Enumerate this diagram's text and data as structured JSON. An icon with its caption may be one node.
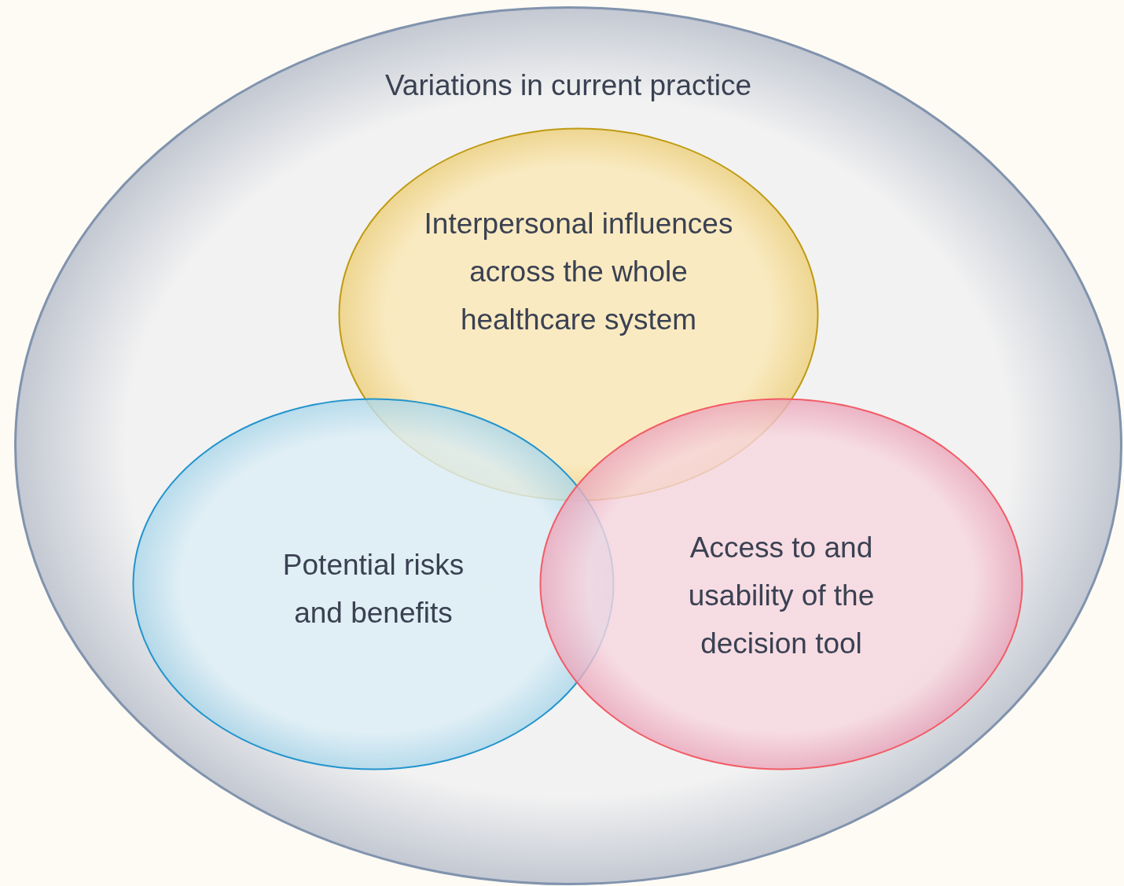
{
  "diagram": {
    "nodes": [
      {
        "text": [
          "Variations in current practice"
        ]
      },
      {
        "text": [
          "Interpersonal influences across the whole healthcare system"
        ],
        "in": 0
      },
      {
        "text": [
          "Potential risks and benefits"
        ],
        "in": 0
      },
      {
        "text": [
          "Access to and usability of the decision tool"
        ],
        "in": 0
      }
    ],
    "edges": []
  }
}
